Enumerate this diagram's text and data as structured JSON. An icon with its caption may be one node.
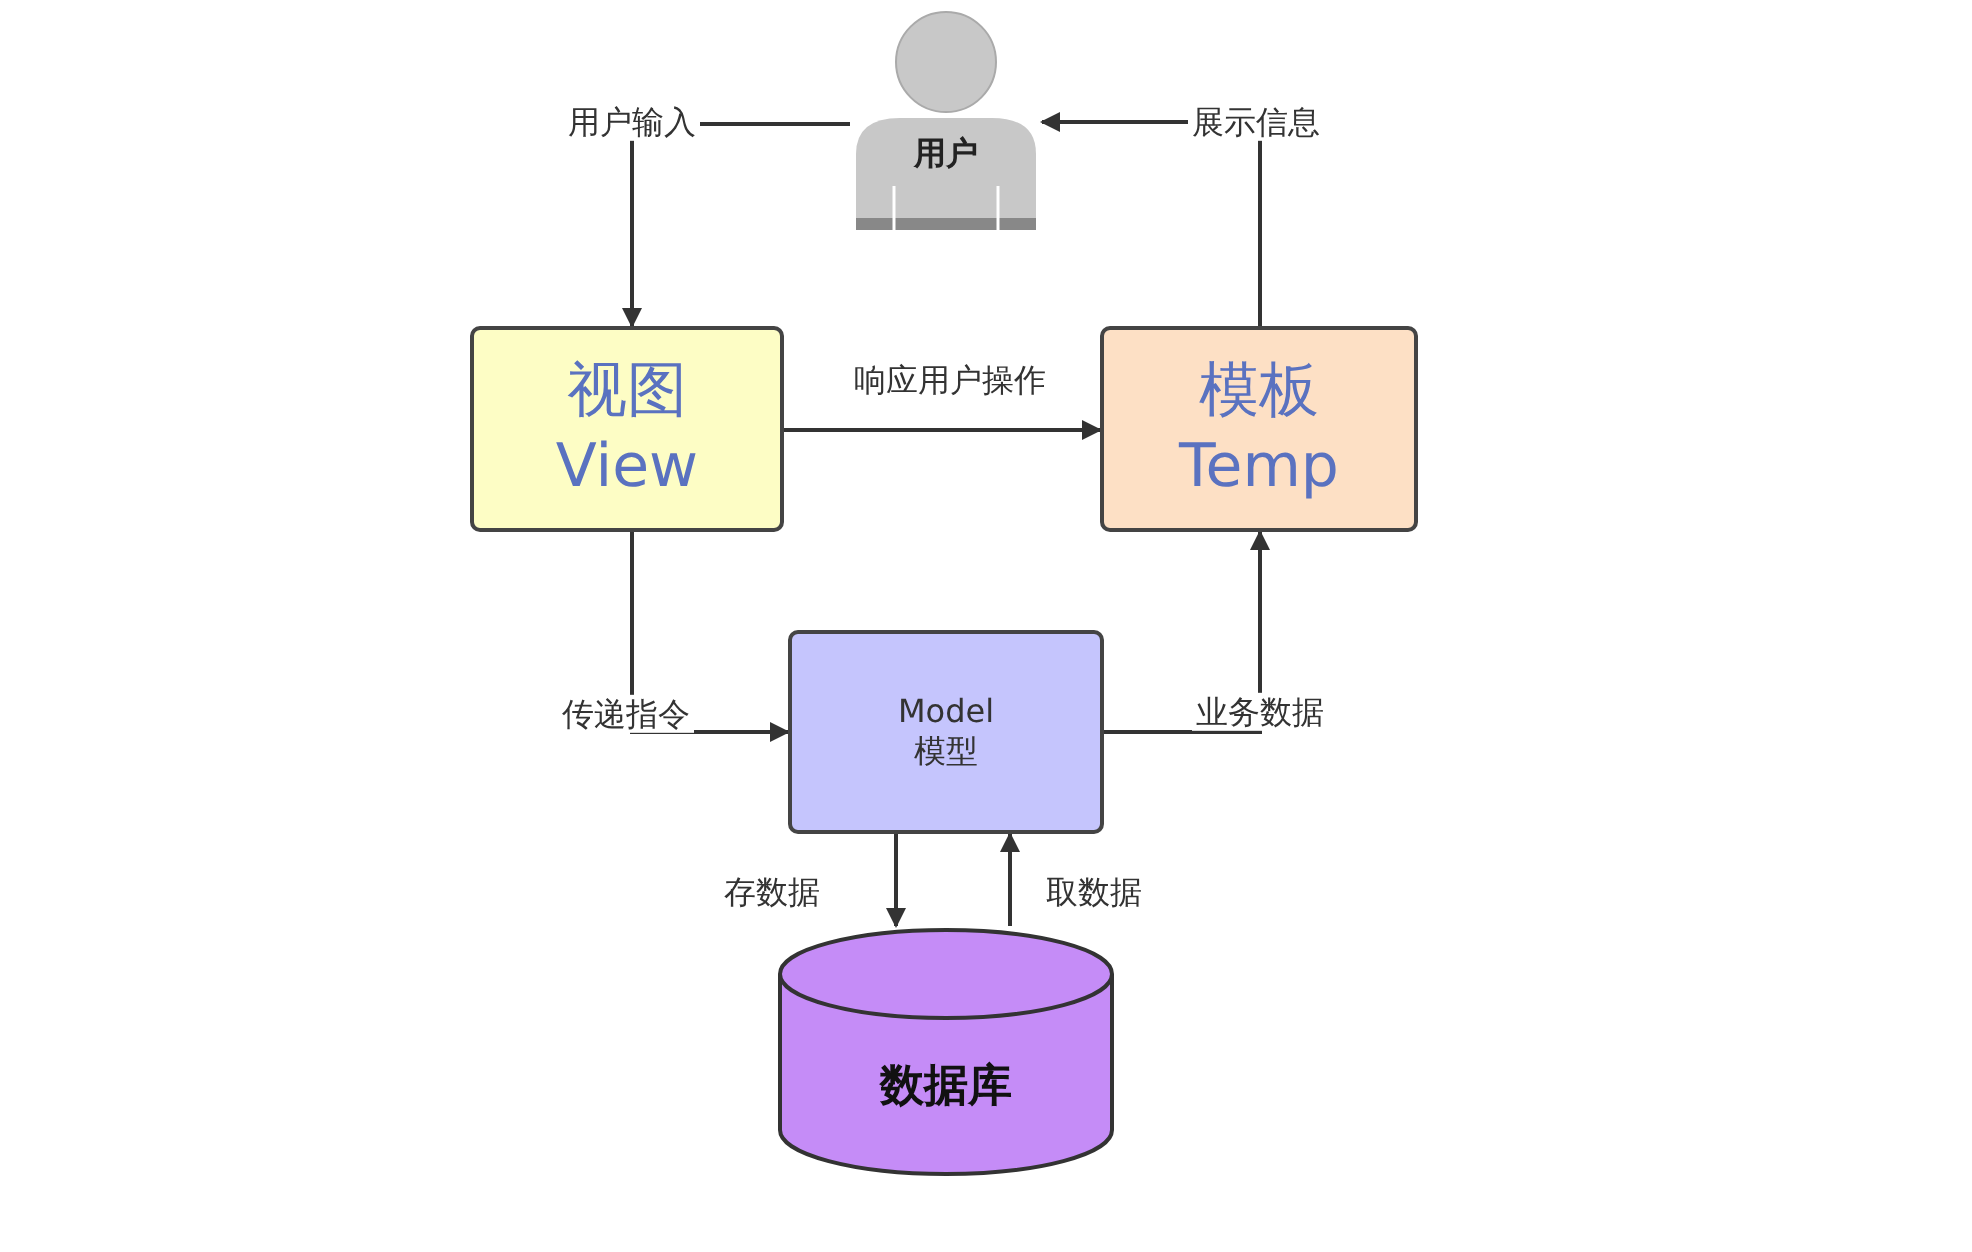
{
  "diagram": {
    "nodes": [
      {
        "text": [
          "用户"
        ]
      },
      {
        "text": [
          "视图",
          "View"
        ]
      },
      {
        "text": [
          "模板",
          "Temp"
        ]
      },
      {
        "text": [
          "Model",
          "模型"
        ]
      },
      {
        "text": [
          "数据库"
        ]
      }
    ],
    "edges": [
      {
        "from": 0,
        "to": 1,
        "arrow": "to",
        "label": "用户输入"
      },
      {
        "from": 1,
        "to": 2,
        "arrow": "to",
        "label": "响应用户操作"
      },
      {
        "from": 1,
        "to": 3,
        "arrow": "to",
        "label": "传递指令"
      },
      {
        "from": 3,
        "to": 2,
        "arrow": "to",
        "label": "业务数据"
      },
      {
        "from": 2,
        "to": 0,
        "arrow": "to",
        "label": "展示信息"
      },
      {
        "from": 3,
        "to": 4,
        "arrow": "to",
        "label": "存数据"
      },
      {
        "from": 4,
        "to": 3,
        "arrow": "to",
        "label": "取数据"
      }
    ]
  }
}
